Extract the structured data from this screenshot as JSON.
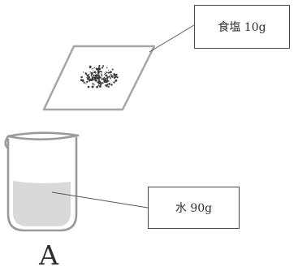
{
  "salt": {
    "label": "食塩 10g"
  },
  "water": {
    "label": "水 90g"
  },
  "beaker": {
    "label": "A"
  },
  "colors": {
    "outline": "#9a9a9a",
    "liquid": "#d9d9d9",
    "salt_grains": "#3a3a3a",
    "leader_line": "#555555"
  }
}
